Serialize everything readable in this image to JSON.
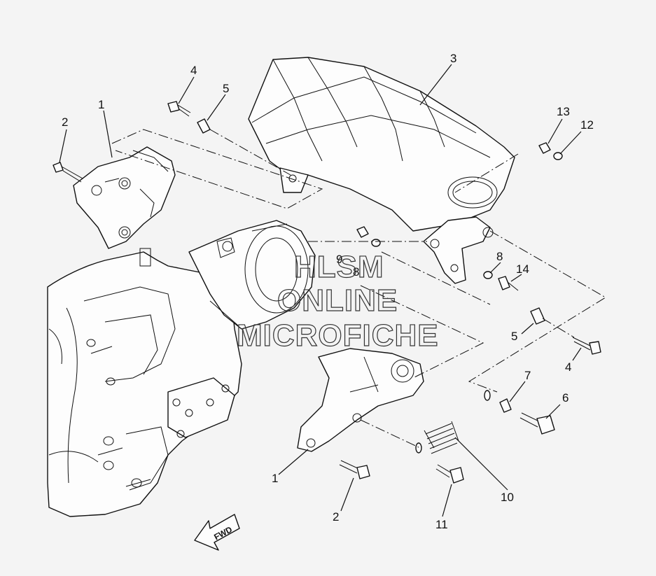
{
  "callouts": [
    {
      "id": "c1a",
      "text": "1"
    },
    {
      "id": "c2a",
      "text": "2"
    },
    {
      "id": "c4a",
      "text": "4"
    },
    {
      "id": "c5a",
      "text": "5"
    },
    {
      "id": "c3",
      "text": "3"
    },
    {
      "id": "c13",
      "text": "13"
    },
    {
      "id": "c12",
      "text": "12"
    },
    {
      "id": "c9",
      "text": "9"
    },
    {
      "id": "c8a",
      "text": "8"
    },
    {
      "id": "c8b",
      "text": "8"
    },
    {
      "id": "c14",
      "text": "14"
    },
    {
      "id": "c5b",
      "text": "5"
    },
    {
      "id": "c4b",
      "text": "4"
    },
    {
      "id": "c7",
      "text": "7"
    },
    {
      "id": "c6",
      "text": "6"
    },
    {
      "id": "c1b",
      "text": "1"
    },
    {
      "id": "c2b",
      "text": "2"
    },
    {
      "id": "c10",
      "text": "10"
    },
    {
      "id": "c11",
      "text": "11"
    }
  ],
  "watermark": {
    "line1": "HLSM",
    "line2": "ONLINE",
    "line3": "MICROFICHE"
  },
  "direction_marker": {
    "label": "FWD",
    "icon": "forward-arrow-icon"
  },
  "colors": {
    "background": "#f4f4f4",
    "line": "#111111"
  }
}
